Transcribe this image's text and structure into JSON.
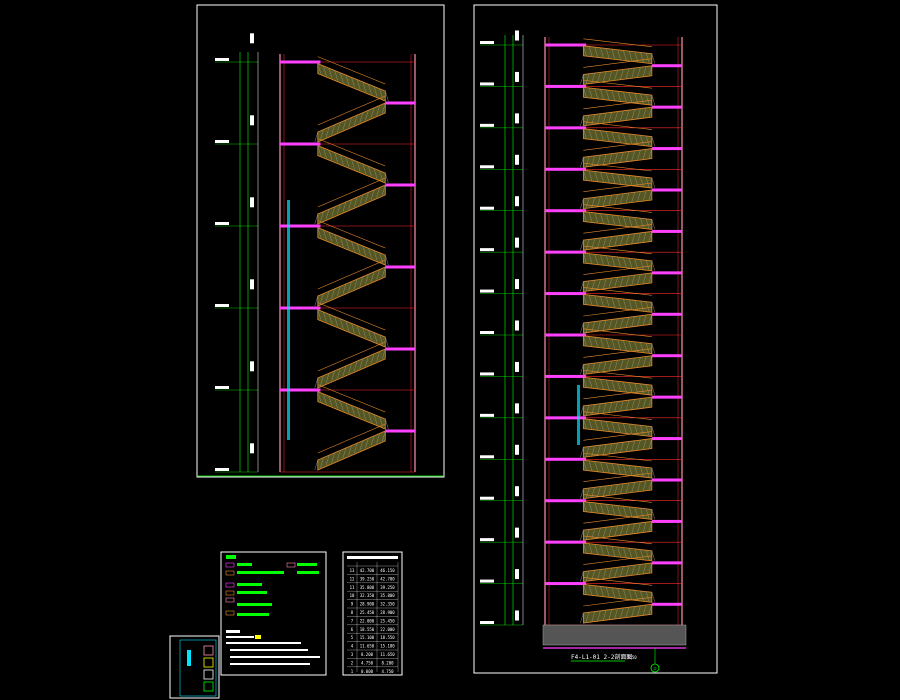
{
  "drawing": {
    "background": "#000000",
    "section_title": "F4-L1-01 2-2剖面图",
    "section_scale": "1:50",
    "axis_marker": "①"
  },
  "colors": {
    "frame": "#ffffff",
    "grid_red": "#ff2a2a",
    "dim_green": "#00ff00",
    "stair_olive": "#9c9c3c",
    "stair_orange": "#e88a2a",
    "slab_magenta": "#ff40ff",
    "rail_cyan": "#00e5ff",
    "wall_pink": "#ff8fb0",
    "text_white": "#ffffff",
    "hatch_grey": "#8a8a8a",
    "wood_brown": "#8a5a3a"
  },
  "left_section": {
    "floors": 5
  },
  "right_section": {
    "floors": 14
  },
  "level_table": {
    "rows": [
      [
        "13",
        "42.700",
        "46.150"
      ],
      [
        "12",
        "39.250",
        "42.700"
      ],
      [
        "11",
        "35.800",
        "39.250"
      ],
      [
        "10",
        "32.350",
        "35.800"
      ],
      [
        "9",
        "28.900",
        "32.350"
      ],
      [
        "8",
        "25.450",
        "28.900"
      ],
      [
        "7",
        "22.000",
        "25.450"
      ],
      [
        "6",
        "18.550",
        "22.000"
      ],
      [
        "5",
        "15.100",
        "18.550"
      ],
      [
        "4",
        "11.650",
        "15.100"
      ],
      [
        "3",
        "8.200",
        "11.650"
      ],
      [
        "2",
        "4.750",
        "8.200"
      ],
      [
        "1",
        "0.000",
        "4.750"
      ]
    ]
  }
}
